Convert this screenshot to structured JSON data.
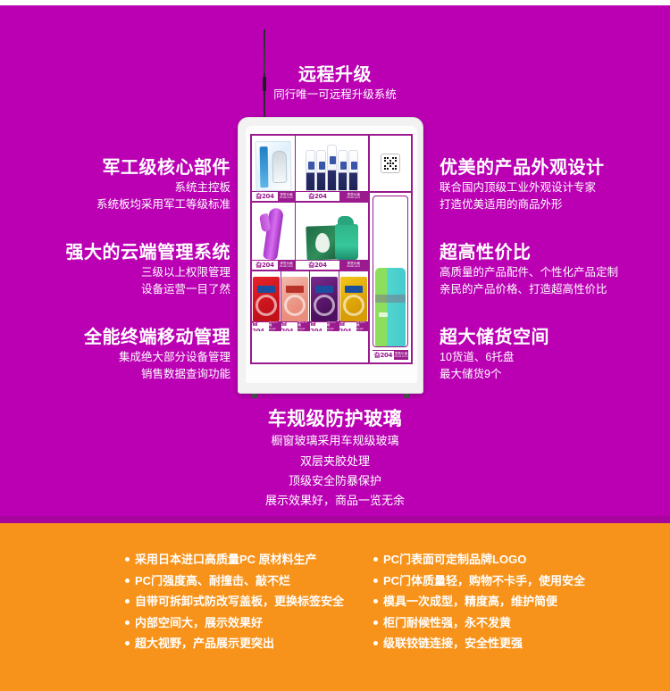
{
  "colors": {
    "purple_bg": "#bb00b4",
    "purple_edge": "#a8059f",
    "orange_bg": "#f7931a",
    "machine_frame": "#9b1a8e",
    "text_white": "#ffffff"
  },
  "top_feature": {
    "heading": "远程升级",
    "sub": [
      "同行唯一可远程升级系统"
    ]
  },
  "left_features": [
    {
      "id": "core-components",
      "heading": "军工级核心部件",
      "sub": [
        "系统主控板",
        "系统板均采用军工等级标准"
      ]
    },
    {
      "id": "cloud-management",
      "heading": "强大的云端管理系统",
      "sub": [
        "三级以上权限管理",
        "设备运营一目了然"
      ]
    },
    {
      "id": "mobile-management",
      "heading": "全能终端移动管理",
      "sub": [
        "集成绝大部分设备管理",
        "销售数据查询功能"
      ]
    }
  ],
  "right_features": [
    {
      "id": "appearance-design",
      "heading": "优美的产品外观设计",
      "sub": [
        "联合国内顶级工业外观设计专家",
        "打造优美适用的商品外形"
      ]
    },
    {
      "id": "cost-performance",
      "heading": "超高性价比",
      "sub": [
        "高质量的产品配件、个性化产品定制",
        "亲民的产品价格、打造超高性价比"
      ]
    },
    {
      "id": "storage-space",
      "heading": "超大储货空间",
      "sub": [
        "10货道、6托盘",
        "最大储货9个"
      ]
    }
  ],
  "bottom_feature": {
    "heading": "车规级防护玻璃",
    "sub": [
      "橱窗玻璃采用车规级玻璃",
      "双层夹胶处理",
      "顶级安全防暴保护",
      "展示效果好，商品一览无余"
    ]
  },
  "orange_bullets": {
    "left": [
      "采用日本进口高质量PC 原材料生产",
      "PC门强度高、耐撞击、敲不烂",
      "自带可拆卸式防改写盖板，更换标签安全",
      "内部空间大，展示效果好",
      "超大视野，产品展示更突出"
    ],
    "right": [
      "PC门表面可定制品牌LOGO",
      "PC门体质量轻，购物不卡手，使用安全",
      "模具一次成型，精度高，维护简便",
      "柜门耐候性强，永不发黄",
      "级联铰链连接，安全性更强"
    ]
  },
  "machine": {
    "price_label_number": "旮204",
    "price_tag_cn": "零售价格",
    "price_tag_en": "Retail price",
    "qr_label": "qr-code"
  }
}
